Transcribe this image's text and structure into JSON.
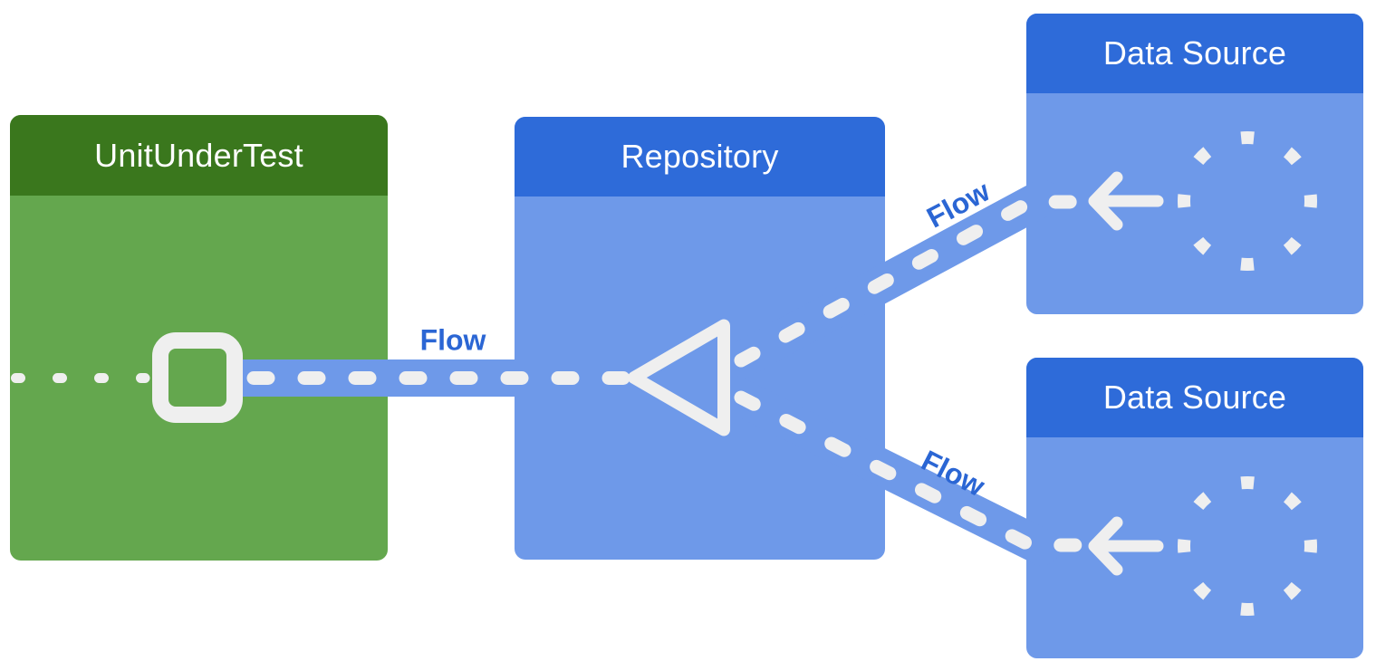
{
  "diagram": {
    "description": "Repository pattern data flow diagram"
  },
  "nodes": {
    "unit_under_test": {
      "title": "UnitUnderTest"
    },
    "repository": {
      "title": "Repository"
    },
    "data_source_top": {
      "title": "Data Source"
    },
    "data_source_bottom": {
      "title": "Data Source"
    }
  },
  "flow_labels": {
    "main": "Flow",
    "top": "Flow",
    "bottom": "Flow"
  },
  "colors": {
    "green_header": "#3a771d",
    "green_body": "#64a74e",
    "blue_header": "#2e6bd9",
    "blue_body": "#6e99e9",
    "flow_band": "#6e99e9",
    "dash_white": "#efefef",
    "flow_label_text": "#2b66d4",
    "header_text": "#ffffff",
    "background": "#ffffff"
  }
}
